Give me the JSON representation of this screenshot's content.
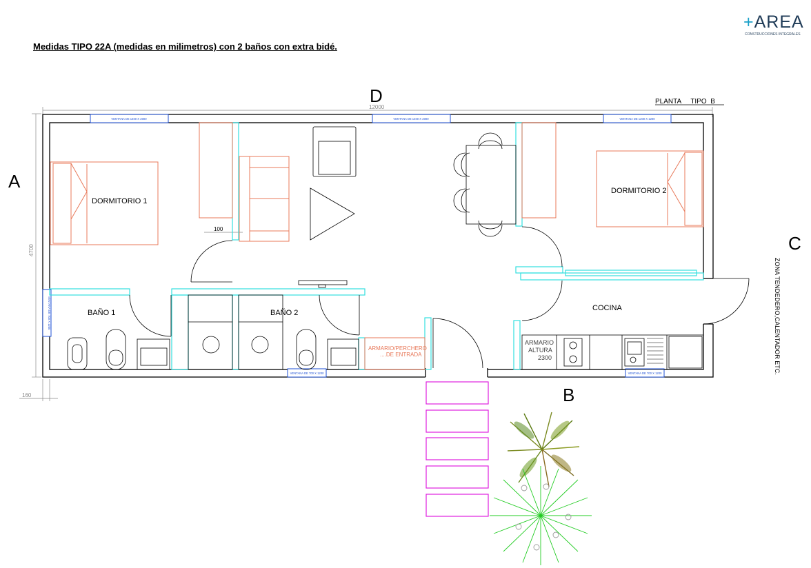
{
  "title": "Medidas  TIPO 22A (medidas en milimetros) con 2 baños con extra bidé.",
  "logo": {
    "word": "+AREA",
    "plus": "+",
    "letters": "AREA",
    "tagline": "CONSTRUCCIONES INTEGRALES"
  },
  "facade_labels": {
    "top": "D",
    "left": "A",
    "right": "C",
    "bottom": "B"
  },
  "plan_label": "PLANTA     TIPO  B",
  "dimensions": {
    "width": "12000",
    "height": "4700",
    "wall": "160",
    "partition": "100"
  },
  "rooms": {
    "dormitorio1": "DORMITORIO 1",
    "dormitorio2": "DORMITORIO 2",
    "bano1": "BAÑO 1",
    "bano2": "BAÑO 2",
    "cocina": "COCINA"
  },
  "windows": {
    "w1": "VENTANA DE 1400 X 2000",
    "w2": "VENTANA DE 1400 X 2000",
    "w3": "VENTANA DE 1200 X 1200",
    "w4": "VENTANA DE 700 X 1200",
    "w5": "VENTANA DE 700 X 1200",
    "w6": "VENTANA DE 700 X 1200"
  },
  "wardrobe_entry": {
    "line1": "ARMARIO/PERCHERO",
    "line2": "....DE ENTRADA"
  },
  "wardrobe_kitchen": {
    "line1": "ARMARIO",
    "line2": "ALTURA",
    "line3": "2300"
  },
  "side_note": "ZONA TENDEDERO,CALENTADOR ETC.",
  "colors": {
    "walls": "#000000",
    "partitions": "#33e0e0",
    "furniture": "#e8795a",
    "windows": "#1c4fd6",
    "steps": "#e020e0",
    "plant_green": "#22cc22",
    "plant_olive": "#7a8a20"
  }
}
